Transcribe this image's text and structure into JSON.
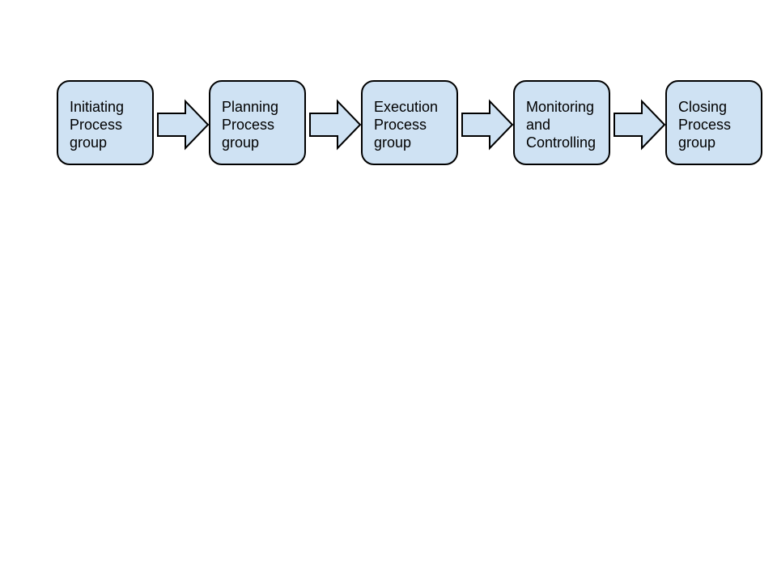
{
  "diagram": {
    "type": "process-flow",
    "direction": "left-to-right",
    "fill_color": "#cfe2f3",
    "stroke_color": "#000000",
    "nodes": [
      {
        "label": "Initiating\nProcess\ngroup"
      },
      {
        "label": "Planning\nProcess\ngroup"
      },
      {
        "label": "Execution\nProcess\ngroup"
      },
      {
        "label": "Monitoring\nand\nControlling"
      },
      {
        "label": "Closing\nProcess\ngroup"
      }
    ],
    "edges": [
      {
        "from": 0,
        "to": 1,
        "style": "block-arrow"
      },
      {
        "from": 1,
        "to": 2,
        "style": "block-arrow"
      },
      {
        "from": 2,
        "to": 3,
        "style": "block-arrow"
      },
      {
        "from": 3,
        "to": 4,
        "style": "block-arrow"
      }
    ]
  }
}
